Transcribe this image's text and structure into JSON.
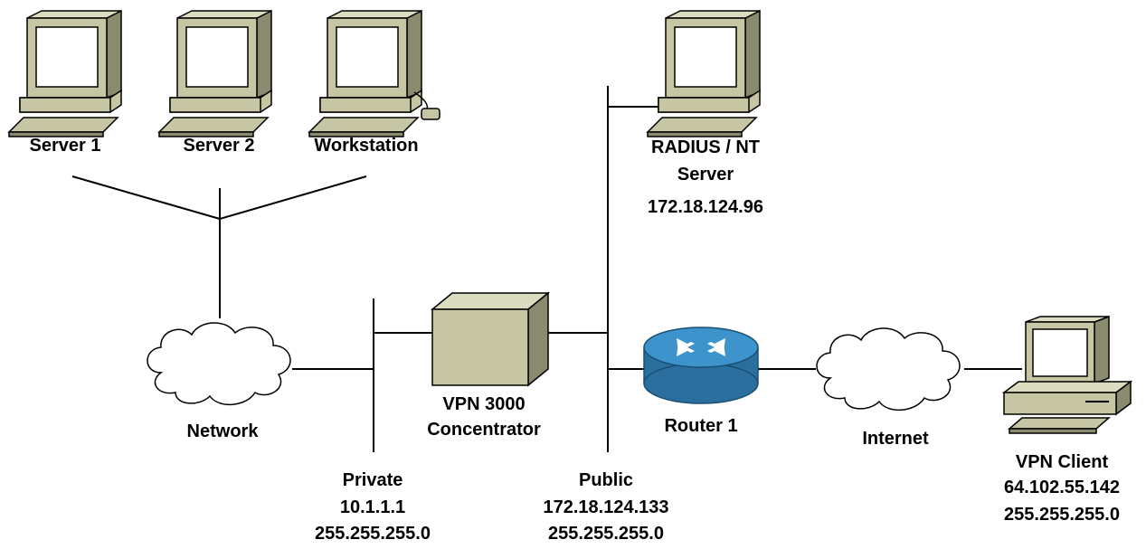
{
  "nodes": {
    "server1": {
      "label": "Server 1",
      "icon": "desktop-computer-icon"
    },
    "server2": {
      "label": "Server 2",
      "icon": "desktop-computer-icon"
    },
    "workstation": {
      "label": "Workstation",
      "icon": "workstation-computer-icon"
    },
    "radius": {
      "label_line1": "RADIUS / NT",
      "label_line2": "Server",
      "ip": "172.18.124.96",
      "icon": "server-computer-icon"
    },
    "network": {
      "label": "Network",
      "icon": "cloud-icon"
    },
    "concentrator": {
      "label_line1": "VPN 3000",
      "label_line2": "Concentrator",
      "icon": "concentrator-box-icon"
    },
    "router": {
      "label": "Router 1",
      "icon": "router-icon"
    },
    "internet": {
      "label": "Internet",
      "icon": "cloud-icon"
    },
    "vpn_client": {
      "label": "VPN Client",
      "ip": "64.102.55.142",
      "mask": "255.255.255.0",
      "icon": "vpn-client-computer-icon"
    }
  },
  "interfaces": {
    "private": {
      "label": "Private",
      "ip": "10.1.1.1",
      "mask": "255.255.255.0"
    },
    "public": {
      "label": "Public",
      "ip": "172.18.124.133",
      "mask": "255.255.255.0"
    }
  },
  "colors": {
    "computer_body": "#c6c6a4",
    "computer_screen": "#ffffff",
    "router_blue": "#2f7fb6",
    "cloud_fill": "#ffffff",
    "line": "#000000"
  }
}
